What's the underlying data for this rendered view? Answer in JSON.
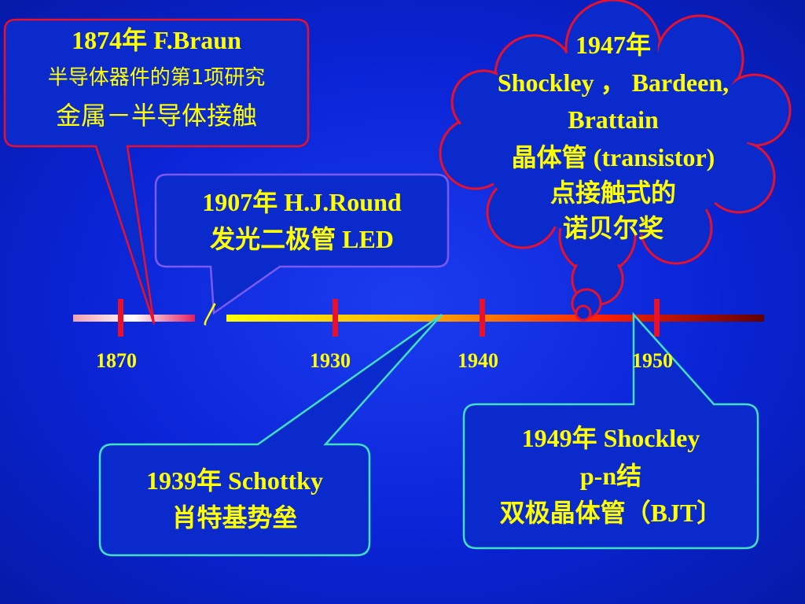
{
  "timeline": {
    "years": [
      "1870",
      "1930",
      "1940",
      "1950"
    ],
    "break_symbol": "〳"
  },
  "events": {
    "braun": {
      "line1": "1874年 F.Braun",
      "line2": "半导体器件的第1项研究",
      "line3": "金属－半导体接触"
    },
    "round": {
      "line1": "1907年 H.J.Round",
      "line2": "发光二极管 LED"
    },
    "shockley1947": {
      "line1": "1947年",
      "line2": "Shockley ， Bardeen,",
      "line3": "Brattain",
      "line4": "晶体管 (transistor)",
      "line5": "点接触式的",
      "line6": "诺贝尔奖"
    },
    "schottky": {
      "line1": "1939年  Schottky",
      "line2": "肖特基势垒"
    },
    "shockley1949": {
      "line1": "1949年 Shockley",
      "line2": "p-n结",
      "line3": "双极晶体管（BJT〕"
    }
  },
  "colors": {
    "background": "#0a24d6",
    "text": "#ffff00",
    "red_callout": "#e8102a",
    "teal_callout": "#40e0c0",
    "purple_callout": "#7a5af0"
  }
}
